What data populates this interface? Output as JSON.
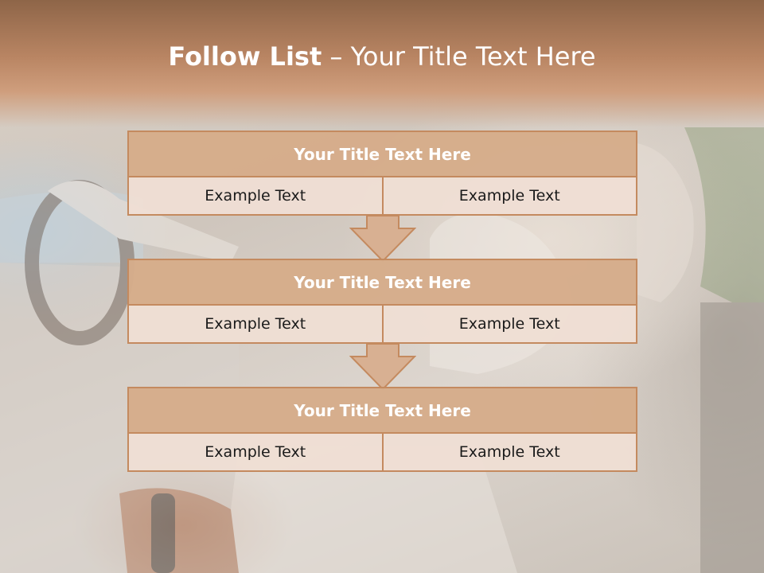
{
  "slide": {
    "title_bold": "Follow List",
    "title_rest": " – Your Title Text Here"
  },
  "steps": [
    {
      "title": "Your Title Text Here",
      "cells": [
        "Example Text",
        "Example Text"
      ]
    },
    {
      "title": "Your Title Text Here",
      "cells": [
        "Example Text",
        "Example Text"
      ]
    },
    {
      "title": "Your Title Text Here",
      "cells": [
        "Example Text",
        "Example Text"
      ]
    }
  ],
  "colors": {
    "header": "#b98563",
    "box_title": "#d6ac8a",
    "box_body": "#efded4",
    "border": "#c48a5f"
  }
}
